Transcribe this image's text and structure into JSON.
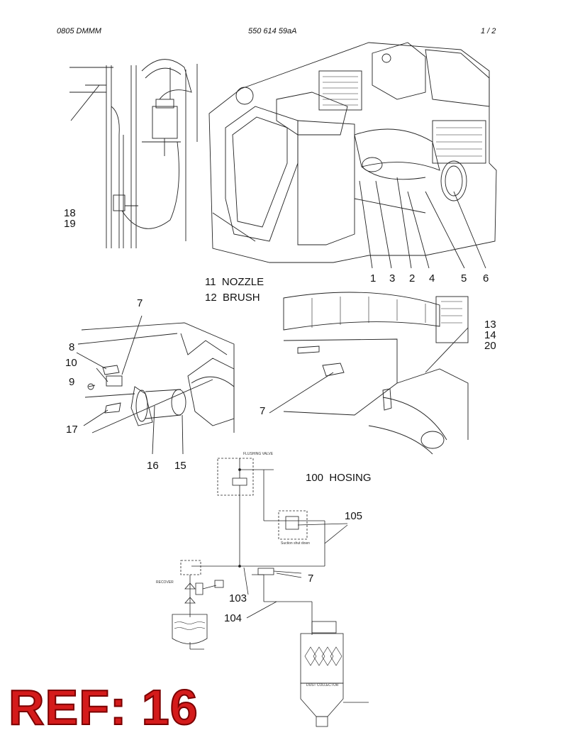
{
  "header": {
    "left": "0805 DMMM",
    "center": "550 614 59aA",
    "right": "1 /   2"
  },
  "legend": {
    "l11": "11  NOZZLE",
    "l12": "12  BRUSH",
    "l100": "100  HOSING"
  },
  "callouts": {
    "c1": "1",
    "c2": "2",
    "c3": "3",
    "c4": "4",
    "c5": "5",
    "c6": "6",
    "c7a": "7",
    "c7b": "7",
    "c7c": "7",
    "c8": "8",
    "c9": "9",
    "c10": "10",
    "c13": "13",
    "c14": "14",
    "c15": "15",
    "c16": "16",
    "c17": "17",
    "c18": "18",
    "c19": "19",
    "c20": "20",
    "c103": "103",
    "c104": "104",
    "c105": "105"
  },
  "schematic": {
    "flushing_valve": "FLUSHING VALVE",
    "suction_valve": "Suction shut down",
    "recover": "RECOVER",
    "dust_collector": "DUST COLLECTOR"
  },
  "stamp": "REF: 16"
}
